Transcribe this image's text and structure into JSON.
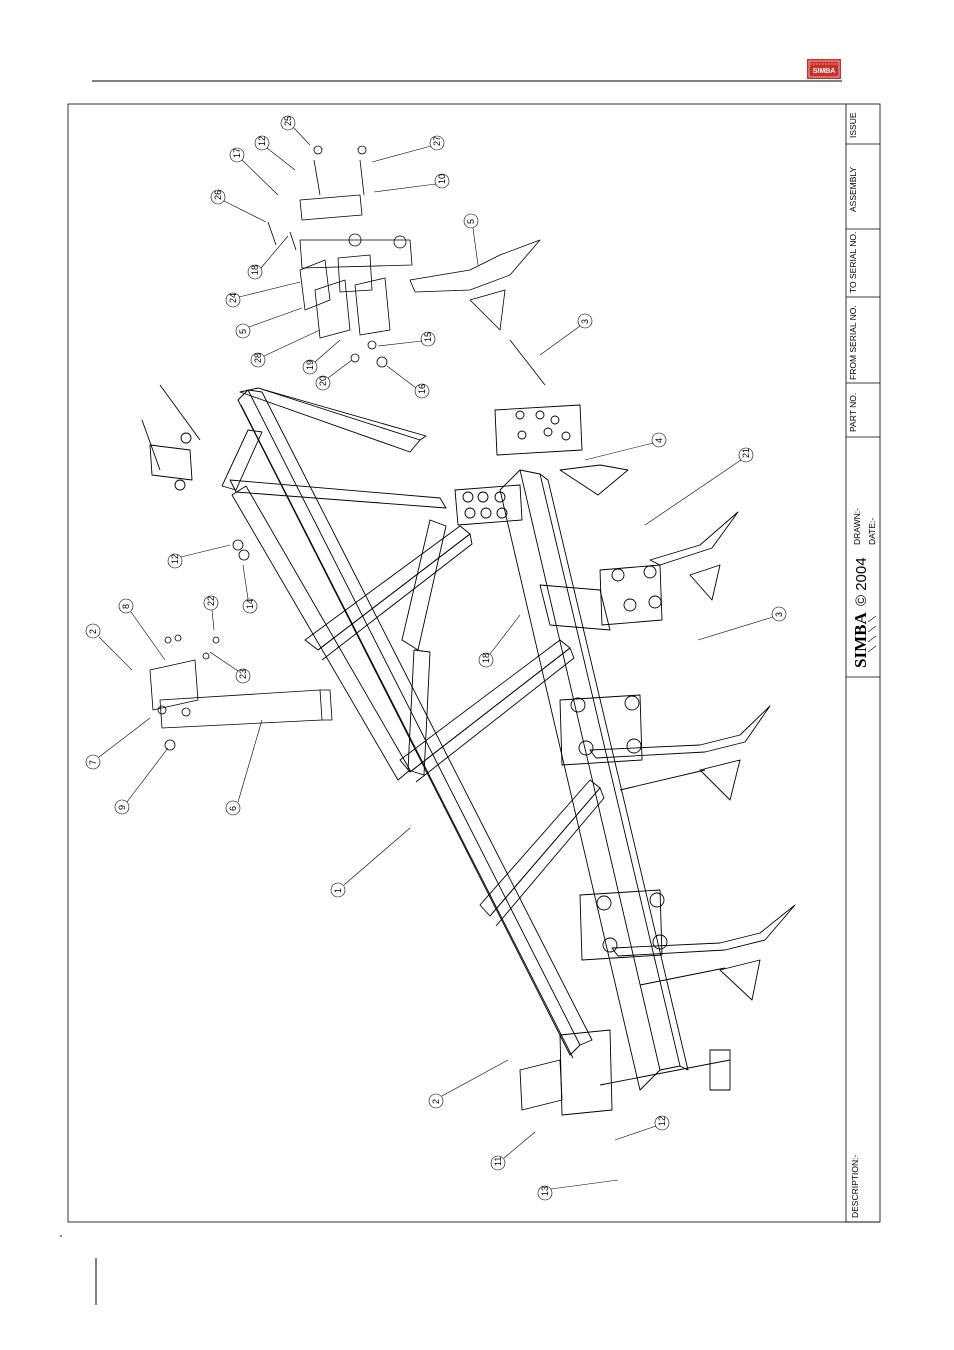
{
  "header": {
    "logo_text": "SIMBA",
    "logo_color": "#c8312a"
  },
  "title_block": {
    "issue_label": "ISSUE",
    "assembly_label": "ASSEMBLY",
    "to_serial_label": "TO SERIAL NO.",
    "from_serial_label": "FROM SERIAL NO.",
    "part_no_label": "PART NO.",
    "drawn_label": "DRAWN:-",
    "date_label": "DATE:-",
    "brand": "SIMBA",
    "copyright": "© 2004",
    "description_label": "DESCRIPTION:-"
  },
  "callouts": [
    "25",
    "12",
    "17",
    "27",
    "26",
    "10",
    "5",
    "18",
    "24",
    "5",
    "28",
    "19",
    "15",
    "20",
    "16",
    "3",
    "4",
    "21",
    "12",
    "14",
    "22",
    "8",
    "2",
    "23",
    "7",
    "6",
    "9",
    "1",
    "18",
    "3",
    "2",
    "11",
    "12",
    "13"
  ],
  "line_color": "#000000"
}
